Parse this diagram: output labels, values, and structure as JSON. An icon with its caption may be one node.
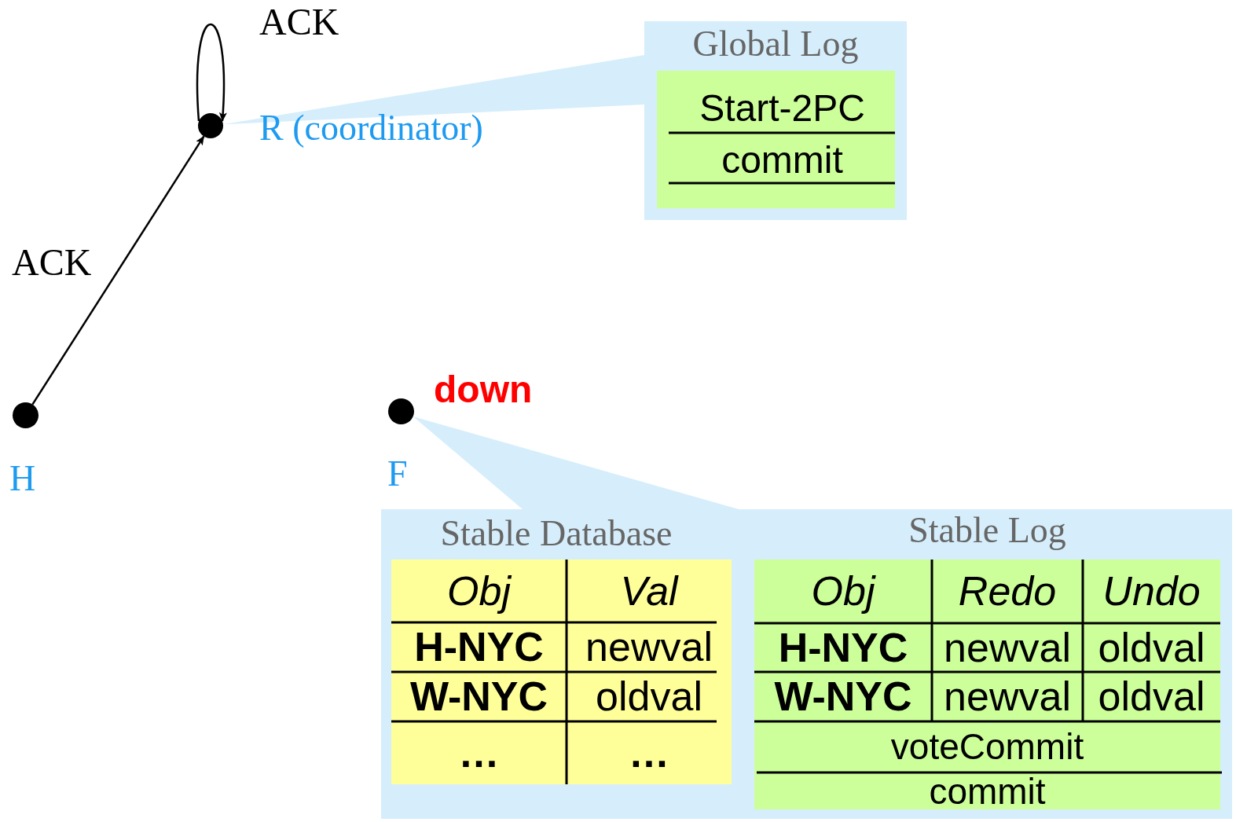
{
  "diagram": {
    "nodes": [
      {
        "text": [],
        "shape": "circle",
        "beside": [
          "R (coordinator)"
        ]
      },
      {
        "text": [],
        "shape": "circle",
        "beside": [
          "H"
        ]
      },
      {
        "text": [],
        "shape": "circle",
        "beside": [
          "F",
          "down"
        ]
      },
      {
        "text": [
          "Global Log"
        ]
      },
      {
        "text": [
          "Start-2PC",
          "commit"
        ],
        "in": 3
      },
      {
        "text": [],
        "shape": "box"
      },
      {
        "text": [
          "Stable Database"
        ],
        "in": 5
      },
      {
        "text": [
          "Stable Log"
        ],
        "in": 5
      }
    ],
    "edges": [
      {
        "from": 0,
        "to": 0,
        "arrow": "to",
        "label": "ACK"
      },
      {
        "from": 1,
        "to": 0,
        "arrow": "to",
        "label": "ACK"
      },
      {
        "from": 0,
        "to": 3,
        "arrow": "none"
      },
      {
        "from": 2,
        "to": 5,
        "arrow": "none"
      }
    ],
    "labels": [
      "Obj",
      "Val",
      "H-NYC",
      "newval",
      "W-NYC",
      "oldval",
      "…",
      "…",
      "Obj",
      "Redo",
      "Undo",
      "H-NYC",
      "newval",
      "oldval",
      "W-NYC",
      "newval",
      "oldval",
      "voteCommit",
      "commit"
    ]
  }
}
